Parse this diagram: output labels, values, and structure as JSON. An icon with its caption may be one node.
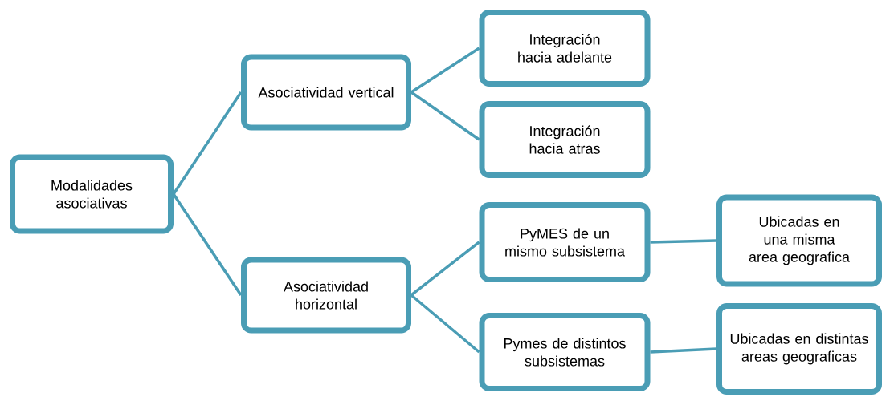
{
  "diagram": {
    "nodes": [
      {
        "text": [
          "Modalidades asociativas"
        ]
      },
      {
        "text": [
          "Asociatividad vertical"
        ]
      },
      {
        "text": [
          "Asociatividad horizontal"
        ]
      },
      {
        "text": [
          "Integración hacia adelante"
        ]
      },
      {
        "text": [
          "Integración hacia atras"
        ]
      },
      {
        "text": [
          "PyMES de un mismo subsistema"
        ]
      },
      {
        "text": [
          "Pymes de distintos subsistemas"
        ]
      },
      {
        "text": [
          "Ubicadas en una misma area geografica"
        ]
      },
      {
        "text": [
          "Ubicadas en distintas areas geograficas"
        ]
      }
    ],
    "edges": [
      {
        "from": 0,
        "to": 1,
        "arrow": "none"
      },
      {
        "from": 0,
        "to": 2,
        "arrow": "none"
      },
      {
        "from": 1,
        "to": 3,
        "arrow": "none"
      },
      {
        "from": 1,
        "to": 4,
        "arrow": "none"
      },
      {
        "from": 2,
        "to": 5,
        "arrow": "none"
      },
      {
        "from": 2,
        "to": 6,
        "arrow": "none"
      },
      {
        "from": 5,
        "to": 7,
        "arrow": "none"
      },
      {
        "from": 6,
        "to": 8,
        "arrow": "none"
      }
    ]
  }
}
